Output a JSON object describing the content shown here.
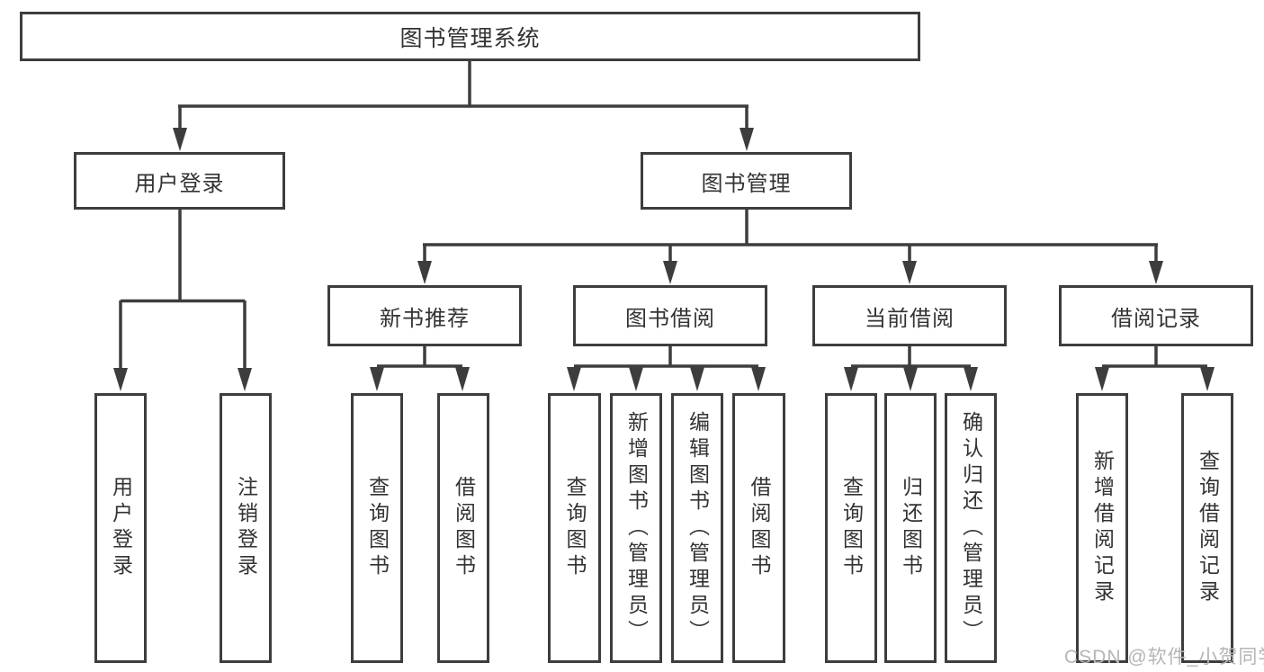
{
  "tree": {
    "root": {
      "label": "图书管理系统",
      "children": [
        {
          "label": "用户登录",
          "children": [
            {
              "label": "用户登录"
            },
            {
              "label": "注销登录"
            }
          ]
        },
        {
          "label": "图书管理",
          "children": [
            {
              "label": "新书推荐",
              "children": [
                {
                  "label": "查询图书"
                },
                {
                  "label": "借阅图书"
                }
              ]
            },
            {
              "label": "图书借阅",
              "children": [
                {
                  "label": "查询图书"
                },
                {
                  "label": "新增图书（管理员）"
                },
                {
                  "label": "编辑图书（管理员）"
                },
                {
                  "label": "借阅图书"
                }
              ]
            },
            {
              "label": "当前借阅",
              "children": [
                {
                  "label": "查询图书"
                },
                {
                  "label": "归还图书"
                },
                {
                  "label": "确认归还（管理员）"
                }
              ]
            },
            {
              "label": "借阅记录",
              "children": [
                {
                  "label": "新增借阅记录"
                },
                {
                  "label": "查询借阅记录"
                }
              ]
            }
          ]
        }
      ]
    }
  },
  "watermark": {
    "text": "CSDN @软件_小贺同学"
  },
  "colors": {
    "line": "#3d3d3d",
    "text": "#333333",
    "box_background": "#ffffff",
    "page_background": "#ffffff",
    "watermark": "#b5b5b5"
  }
}
